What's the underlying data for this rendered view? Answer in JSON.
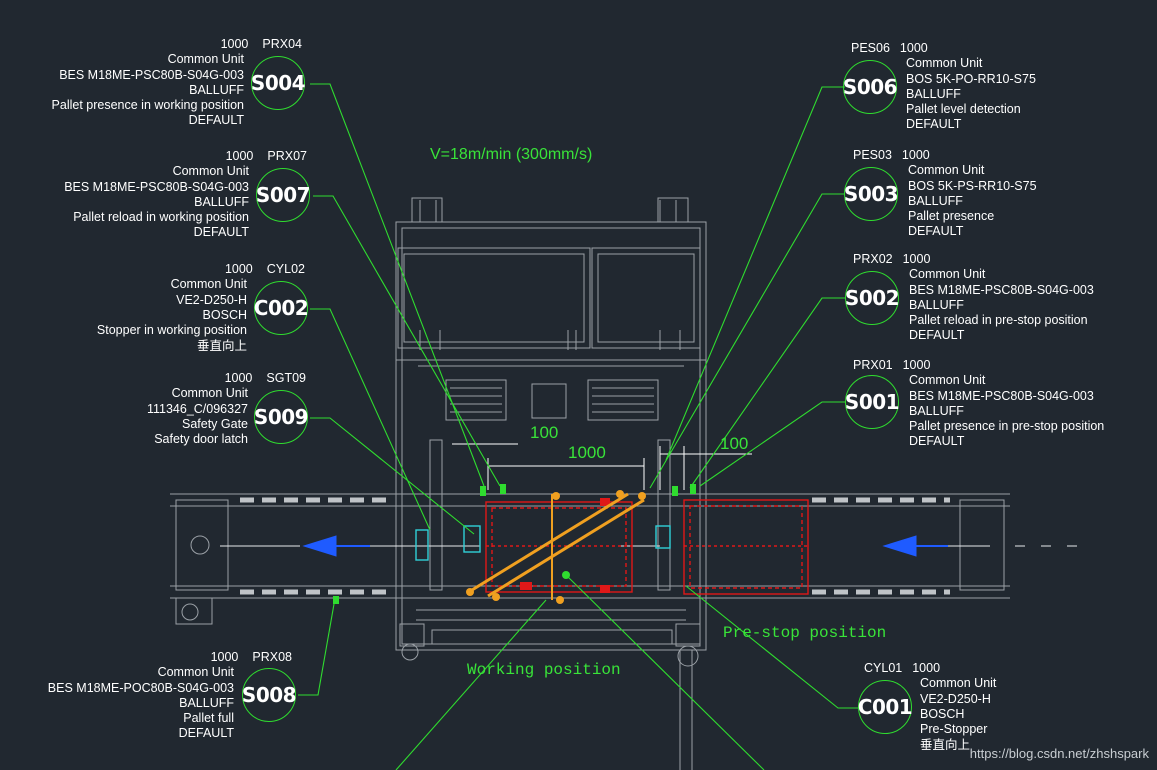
{
  "speed_label": "V=18m/min (300mm/s)",
  "dimensions": {
    "d100_left": "100",
    "d1000": "1000",
    "d100_right": "100"
  },
  "positions": {
    "working": "Working position",
    "prestop": "Pre-stop position"
  },
  "watermark": "https://blog.csdn.net/zhshspark",
  "colors": {
    "background": "#212830",
    "leader": "#2fdc2f",
    "text": "#ffffff",
    "pallet": "#e01818",
    "accent": "#f0a020",
    "sensor": "#30d0d8",
    "arrow": "#1f5bff"
  },
  "callouts_left": [
    {
      "id": "S004",
      "qty": "1000",
      "code": "PRX04",
      "unit": "Common Unit",
      "part": "BES M18ME-PSC80B-S04G-003",
      "maker": "BALLUFF",
      "desc": "Pallet presence in working position",
      "note": "DEFAULT"
    },
    {
      "id": "S007",
      "qty": "1000",
      "code": "PRX07",
      "unit": "Common Unit",
      "part": "BES M18ME-PSC80B-S04G-003",
      "maker": "BALLUFF",
      "desc": "Pallet reload in working position",
      "note": "DEFAULT"
    },
    {
      "id": "C002",
      "qty": "1000",
      "code": "CYL02",
      "unit": "Common Unit",
      "part": "VE2-D250-H",
      "maker": "BOSCH",
      "desc": "Stopper in working position",
      "note": "垂直向上"
    },
    {
      "id": "S009",
      "qty": "1000",
      "code": "SGT09",
      "unit": "Common Unit",
      "part": "111346_C/096327",
      "maker": "Safety Gate",
      "desc": "Safety door latch",
      "note": ""
    },
    {
      "id": "S008",
      "qty": "1000",
      "code": "PRX08",
      "unit": "Common Unit",
      "part": "BES M18ME-POC80B-S04G-003",
      "maker": "BALLUFF",
      "desc": "Pallet full",
      "note": "DEFAULT"
    }
  ],
  "callouts_right": [
    {
      "id": "S006",
      "qty": "1000",
      "code": "PES06",
      "unit": "Common Unit",
      "part": "BOS 5K-PO-RR10-S75",
      "maker": "BALLUFF",
      "desc": "Pallet level detection",
      "note": "DEFAULT"
    },
    {
      "id": "S003",
      "qty": "1000",
      "code": "PES03",
      "unit": "Common Unit",
      "part": "BOS 5K-PS-RR10-S75",
      "maker": "BALLUFF",
      "desc": "Pallet presence",
      "note": "DEFAULT"
    },
    {
      "id": "S002",
      "qty": "1000",
      "code": "PRX02",
      "unit": "Common Unit",
      "part": "BES M18ME-PSC80B-S04G-003",
      "maker": "BALLUFF",
      "desc": "Pallet reload in pre-stop position",
      "note": "DEFAULT"
    },
    {
      "id": "S001",
      "qty": "1000",
      "code": "PRX01",
      "unit": "Common Unit",
      "part": "BES M18ME-PSC80B-S04G-003",
      "maker": "BALLUFF",
      "desc": "Pallet presence in pre-stop position",
      "note": "DEFAULT"
    },
    {
      "id": "C001",
      "qty": "1000",
      "code": "CYL01",
      "unit": "Common Unit",
      "part": "VE2-D250-H",
      "maker": "BOSCH",
      "desc": "Pre-Stopper",
      "note": "垂直向上"
    }
  ]
}
